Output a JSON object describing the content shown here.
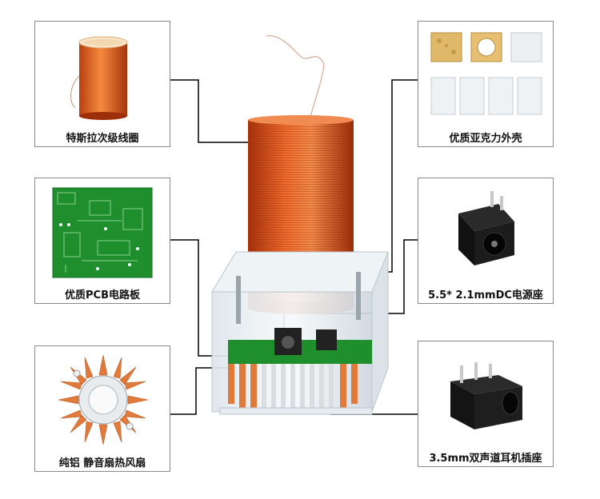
{
  "parts": {
    "coil": {
      "label": "特斯拉次级线圈",
      "icon": "coil-icon"
    },
    "pcb": {
      "label": "优质PCB电路板",
      "icon": "pcb-icon"
    },
    "heatsink": {
      "label": "纯铝 静音扇热风扇",
      "icon": "fan-heatsink-icon"
    },
    "acrylic": {
      "label": "优质亚克力外壳",
      "icon": "acrylic-plates-icon"
    },
    "dc_jack": {
      "label": "5.5* 2.1mmDC电源座",
      "icon": "dc-jack-icon"
    },
    "audio_jack": {
      "label": "3.5mm双声道耳机插座",
      "icon": "audio-jack-icon"
    }
  },
  "colors": {
    "copper": "#d9531e",
    "pcb_green": "#1f8f2e",
    "heatsink": "#e07a3a",
    "frame_border": "#8a8a8a",
    "connector_line": "#000000"
  }
}
